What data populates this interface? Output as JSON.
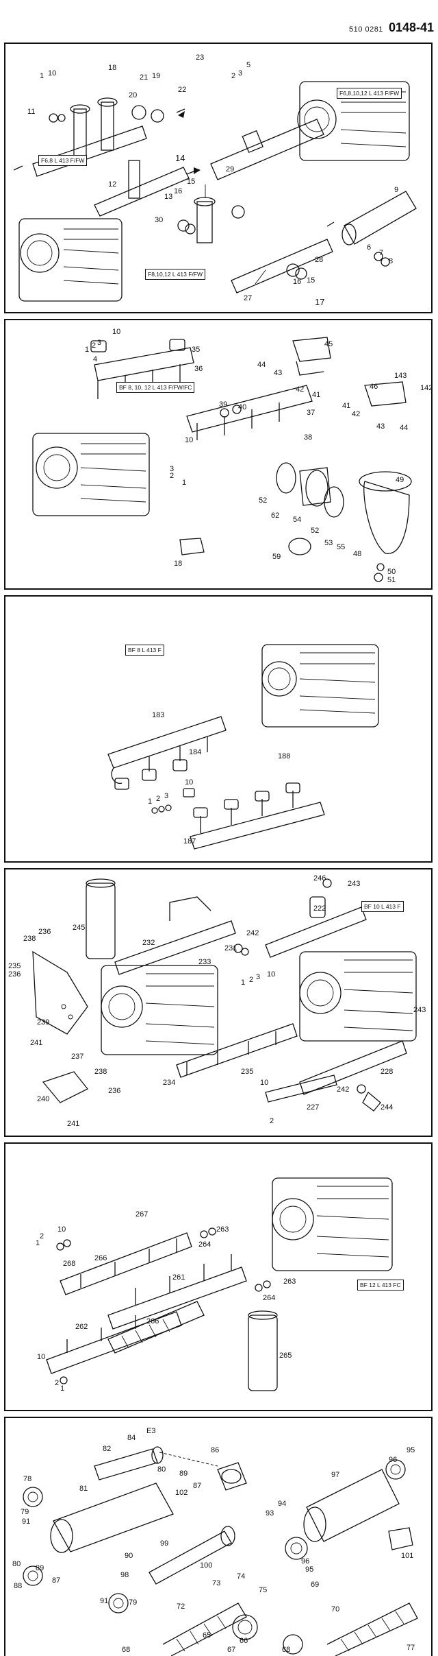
{
  "header": {
    "doc_code": "510 0281",
    "page_code": "0148-41"
  },
  "panel1": {
    "boxes": [
      "F6,8,10,12 L 413 F/FW",
      "F6,8 L 413 F/FW",
      "F8,10,12 L 413 F/FW"
    ],
    "labels": [
      "23",
      "5",
      "3",
      "2",
      "1",
      "10",
      "18",
      "21",
      "19",
      "20",
      "22",
      "11",
      "12",
      "14",
      "16",
      "15",
      "13",
      "29",
      "30",
      "9",
      "6",
      "7",
      "8",
      "28",
      "16",
      "15",
      "27",
      "17"
    ]
  },
  "panel2": {
    "boxes": [
      "BF 8, 10, 12 L 413 F/FW/FC"
    ],
    "labels": [
      "10",
      "1",
      "2",
      "3",
      "4",
      "35",
      "36",
      "45",
      "44",
      "43",
      "42",
      "41",
      "143",
      "46",
      "142",
      "41",
      "42",
      "43",
      "44",
      "39",
      "40",
      "37",
      "38",
      "10",
      "3",
      "2",
      "1",
      "49",
      "52",
      "62",
      "54",
      "52",
      "53",
      "55",
      "48",
      "59",
      "18",
      "50",
      "51"
    ]
  },
  "panel3": {
    "boxes": [
      "BF 8 L 413 F"
    ],
    "labels": [
      "183",
      "184",
      "188",
      "10",
      "1",
      "2",
      "3",
      "187"
    ]
  },
  "panel4": {
    "boxes": [
      "BF 10 L 413 F"
    ],
    "labels": [
      "246",
      "243",
      "222",
      "245",
      "236",
      "238",
      "232",
      "242",
      "235",
      "236",
      "231",
      "233",
      "1",
      "2",
      "3",
      "10",
      "239",
      "241",
      "243",
      "237",
      "238",
      "236",
      "240",
      "241",
      "234",
      "235",
      "10",
      "228",
      "242",
      "227",
      "244",
      "2"
    ]
  },
  "panel5": {
    "boxes": [
      "BF 12 L 413 FC"
    ],
    "labels": [
      "10",
      "2",
      "1",
      "267",
      "263",
      "264",
      "268",
      "266",
      "261",
      "263",
      "264",
      "262",
      "10",
      "266",
      "2",
      "1",
      "265"
    ]
  },
  "panel6": {
    "labels": [
      "E3",
      "84",
      "82",
      "86",
      "95",
      "96",
      "78",
      "79",
      "91",
      "81",
      "80",
      "89",
      "102",
      "87",
      "97",
      "94",
      "93",
      "96",
      "90",
      "99",
      "100",
      "101",
      "98",
      "95",
      "80",
      "89",
      "88",
      "87",
      "91",
      "79",
      "72",
      "73",
      "74",
      "75",
      "69",
      "70",
      "68",
      "65",
      "66",
      "67",
      "68",
      "77"
    ]
  }
}
